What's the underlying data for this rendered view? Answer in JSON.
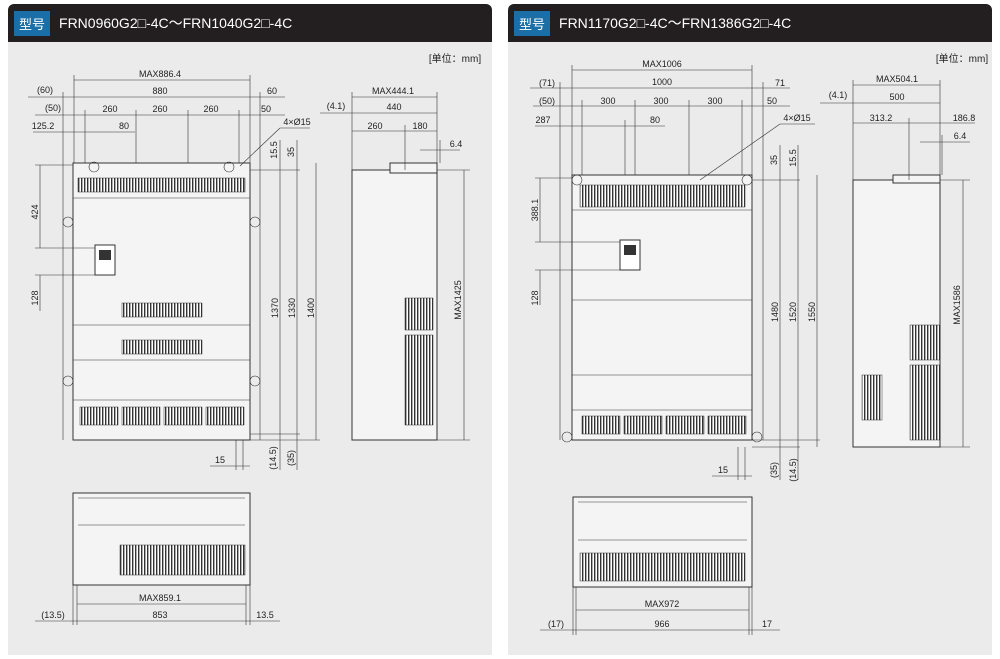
{
  "unit_label": "[单位：mm]",
  "badge": "型号",
  "left": {
    "title": "FRN0960G2□-4C～FRN1040G2□-4C",
    "front": {
      "max_w": "MAX886.4",
      "w_total": "880",
      "l_off": "(60)",
      "r_off": "60",
      "l50": "(50)",
      "p1": "260",
      "p2": "260",
      "p3": "260",
      "r50": "50",
      "d125": "125.2",
      "d80": "80",
      "holes": "4×Ø15",
      "d155": "15.5",
      "d35": "35",
      "d424": "424",
      "d128": "128",
      "h1370": "1370",
      "h1330": "1330",
      "h1400": "1400",
      "b15": "15",
      "b145": "(14.5)",
      "b35": "(35)"
    },
    "side": {
      "max_d": "MAX444.1",
      "off": "(4.1)",
      "d440": "440",
      "d260": "260",
      "d180": "180",
      "d64": "6.4",
      "max_h": "MAX1425"
    },
    "bottom": {
      "max_w": "MAX859.1",
      "l": "(13.5)",
      "w": "853",
      "r": "13.5"
    }
  },
  "right": {
    "title": "FRN1170G2□-4C～FRN1386G2□-4C",
    "front": {
      "max_w": "MAX1006",
      "w_total": "1000",
      "l_off": "(71)",
      "r_off": "71",
      "l50": "(50)",
      "p1": "300",
      "p2": "300",
      "p3": "300",
      "r50": "50",
      "d287": "287",
      "d80": "80",
      "holes": "4×Ø15",
      "d35": "35",
      "d155": "15.5",
      "d388": "388.1",
      "d128": "128",
      "h1480": "1480",
      "h1520": "1520",
      "h1550": "1550",
      "b15": "15",
      "b35": "(35)",
      "b145": "(14.5)"
    },
    "side": {
      "max_d": "MAX504.1",
      "off": "(4.1)",
      "d500": "500",
      "d313": "313.2",
      "d186": "186.8",
      "d64": "6.4",
      "max_h": "MAX1586"
    },
    "bottom": {
      "max_w": "MAX972",
      "l": "(17)",
      "w": "966",
      "r": "17"
    }
  }
}
